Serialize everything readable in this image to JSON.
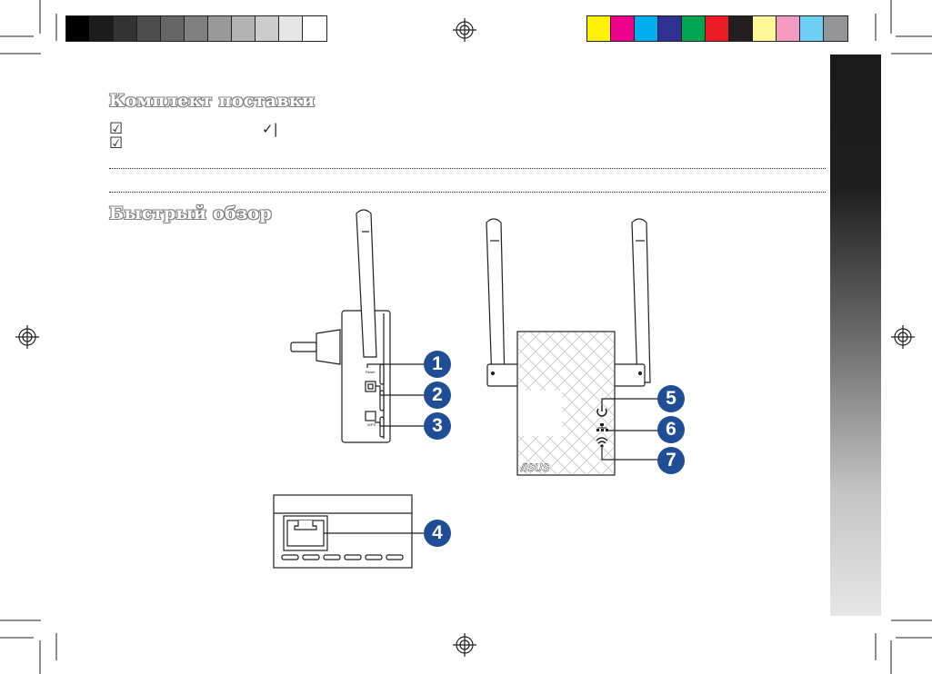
{
  "colors": {
    "grayscale": [
      "#000000",
      "#1c1c1c",
      "#333333",
      "#4d4d4d",
      "#666666",
      "#808080",
      "#999999",
      "#b3b3b3",
      "#cccccc",
      "#e6e6e6",
      "#ffffff"
    ],
    "process": [
      "#fff200",
      "#ec008c",
      "#00aeef",
      "#2e3192",
      "#00a651",
      "#ed1c24",
      "#231f20",
      "#fff799",
      "#f49ac1",
      "#6dcff6",
      "#939598"
    ],
    "callout": "#1f4e96",
    "heading_outline": "#808080"
  },
  "package_contents": {
    "heading": "Комплект поставки"
  },
  "quick_overview": {
    "heading": "Быстрый обзор",
    "callouts": [
      "1",
      "2",
      "3",
      "4",
      "5",
      "6",
      "7"
    ]
  },
  "device": {
    "logo_text": "/ISUS",
    "side_labels": [
      "Reset",
      "WPS"
    ]
  },
  "icons": [
    "registration-mark-icon",
    "crop-mark-icon",
    "checkbox-icon",
    "power-icon",
    "ethernet-icon",
    "wifi-icon"
  ]
}
